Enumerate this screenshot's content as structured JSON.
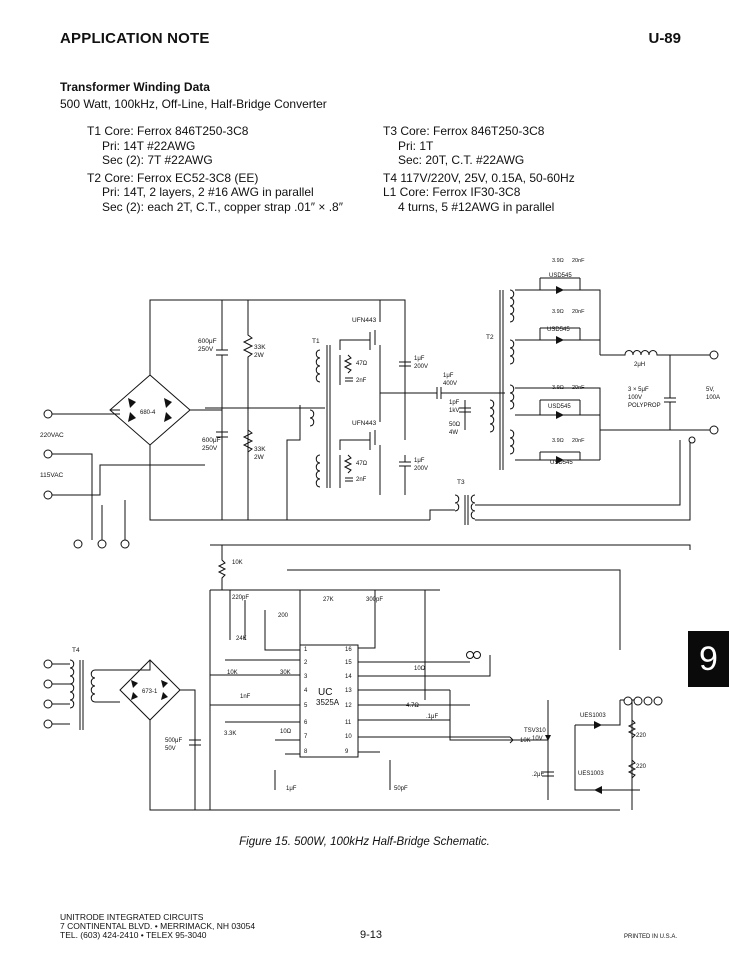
{
  "header": {
    "left": "APPLICATION NOTE",
    "right": "U-89"
  },
  "section": {
    "title": "Transformer Winding Data",
    "subtitle": "500 Watt, 100kHz, Off-Line, Half-Bridge Converter"
  },
  "winding": {
    "left": [
      "T1 Core: Ferrox 846T250-3C8",
      "Pri: 14T #22AWG",
      "Sec (2): 7T #22AWG",
      "T2 Core: Ferrox EC52-3C8 (EE)",
      "Pri: 14T, 2 layers, 2 #16 AWG in parallel",
      "Sec (2): each 2T, C.T., copper strap .01″ × .8″"
    ],
    "right": [
      "T3 Core: Ferrox 846T250-3C8",
      "Pri: 1T",
      "Sec: 20T, C.T. #22AWG",
      "T4 117V/220V, 25V, 0.15A, 50-60Hz",
      "L1 Core: Ferrox IF30-3C8",
      "4 turns, 5 #12AWG in parallel"
    ]
  },
  "schematic": {
    "bridge1": "680-4",
    "bridge2": "673-1",
    "in_220": "220VAC",
    "in_115": "115VAC",
    "cap_top": [
      "600μF",
      "250V"
    ],
    "cap_bot": [
      "600μF",
      "250V"
    ],
    "res_top": [
      "33K",
      "2W"
    ],
    "res_bot": [
      "33K",
      "2W"
    ],
    "mos_top": "UFN443",
    "mos_bot": "UFN443",
    "t1": "T1",
    "t2": "T2",
    "t3": "T3",
    "t4": "T4",
    "r47_top": "47Ω",
    "c2n_top": "2nF",
    "r47_bot": "47Ω",
    "c2n_bot": "2nF",
    "c1u_top": [
      "1μF",
      "200V"
    ],
    "c1u_bot": [
      "1μF",
      "200V"
    ],
    "c1u_400": [
      "1μF",
      "400V"
    ],
    "c1p": [
      "1pF",
      "1kV"
    ],
    "r50": [
      "50Ω",
      "4W"
    ],
    "snub_r": "3.9Ω",
    "snub_c": "20nF",
    "diode": "USD545",
    "l_out": "2μH",
    "cap_out": [
      "3 × 5μF",
      "100V",
      "POLYPROP"
    ],
    "v_out": [
      "5V,",
      "100A"
    ],
    "r10k_top": "10K",
    "c220p": "220pF",
    "r27k": "27K",
    "c300p": "300pF",
    "r200": "200",
    "r24k": "24K",
    "r10k": "10K",
    "r30k": "30K",
    "c1n": "1nF",
    "r33k": "3.3K",
    "r10_ic": "10Ω",
    "ic_name": [
      "UC",
      "3525A"
    ],
    "pins_left": [
      "1",
      "2",
      "3",
      "4",
      "5",
      "6",
      "7",
      "8"
    ],
    "pins_right": [
      "16",
      "15",
      "14",
      "13",
      "12",
      "11",
      "10",
      "9"
    ],
    "r10_right": "10Ω",
    "r47_right": "4.7Ω",
    "c1u_right": ".1μF",
    "c1u_low": "1μF",
    "c50p": "50pF",
    "c500u": [
      "500μF",
      "50V"
    ],
    "zener": [
      "TSV310",
      "10V"
    ],
    "r10k_out": "10K",
    "c2u": ".2μF",
    "ues1": "UES1003",
    "ues2": "UES1003",
    "r220a": "220",
    "r220b": "220"
  },
  "tab": "9",
  "caption": "Figure 15.  500W, 100kHz Half-Bridge Schematic.",
  "footer": {
    "lines": [
      "UNITRODE INTEGRATED CIRCUITS",
      "7 CONTINENTAL BLVD. • MERRIMACK, NH 03054",
      "TEL. (603) 424-2410 • TELEX 95-3040"
    ],
    "page": "9-13",
    "printed": "PRINTED IN U.S.A."
  }
}
